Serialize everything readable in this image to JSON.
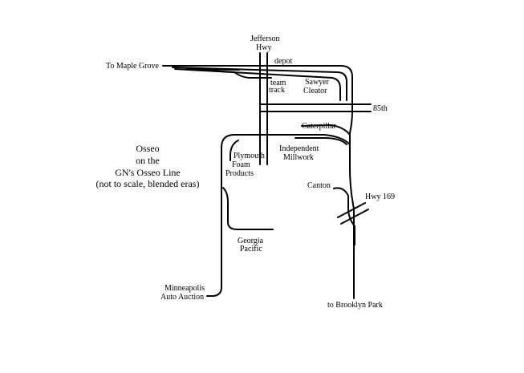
{
  "title": {
    "line1": "Osseo",
    "line2": "on the",
    "line3": "GN's Osseo Line",
    "line4": "(not to scale, blended eras)"
  },
  "labels": {
    "jefferson_line1": "Jefferson",
    "jefferson_line2": "Hwy",
    "depot": "depot",
    "maple_grove": "To Maple Grove",
    "team_track_line1": "team",
    "team_track_line2": "track",
    "sawyer_line1": "Sawyer",
    "sawyer_line2": "Cleator",
    "road_85th": "85th",
    "caterpillar": "Caterpillar",
    "independent_line1": "Independent",
    "independent_line2": "Millwork",
    "plymouth_line1": "Plymouth",
    "plymouth_line2": "Foam",
    "plymouth_line3": "Products",
    "canton": "Canton",
    "hwy169": "Hwy 169",
    "georgia_line1": "Georgia",
    "georgia_line2": "Pacific",
    "mpls_line1": "Minneapolis",
    "mpls_line2": "Auto Auction",
    "brooklyn_park": "to Brooklyn Park"
  }
}
